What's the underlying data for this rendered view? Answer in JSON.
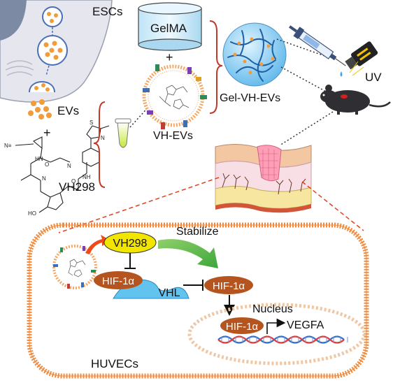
{
  "labels": {
    "escs": "ESCs",
    "evs": "EVs",
    "plus1": "+",
    "plus2": "+",
    "gelma": "GelMA",
    "vh_evs": "VH-EVs",
    "gel_vh_evs": "Gel-VH-EVs",
    "uv": "UV",
    "vh298_drug": "VH298",
    "stabilize": "Stabilize",
    "vh298_badge": "VH298",
    "hif_left": "HIF-1α",
    "vhl": "VHL",
    "hif_right": "HIF-1α",
    "nucleus": "Nucleus",
    "hif_nucleus": "HIF-1α",
    "vegfa": "VEGFA",
    "huvecs": "HUVECs"
  },
  "colors": {
    "hif_oval": "#b5541f",
    "vh298_badge": "#f2e600",
    "vhl": "#63c3ef",
    "cell_border": "#f08a3c",
    "nucleus_border": "#efc7a4",
    "dashed_red": "#e0401a",
    "bracket": "#c0392b",
    "gel_sphere": "#7cc6ee",
    "gel_fibers": "#1f5fa6",
    "arrow_red": "#f04a18",
    "arrow_green": "#5db744",
    "dna_blue": "#2f6fd0",
    "dna_red": "#e03a3a"
  }
}
